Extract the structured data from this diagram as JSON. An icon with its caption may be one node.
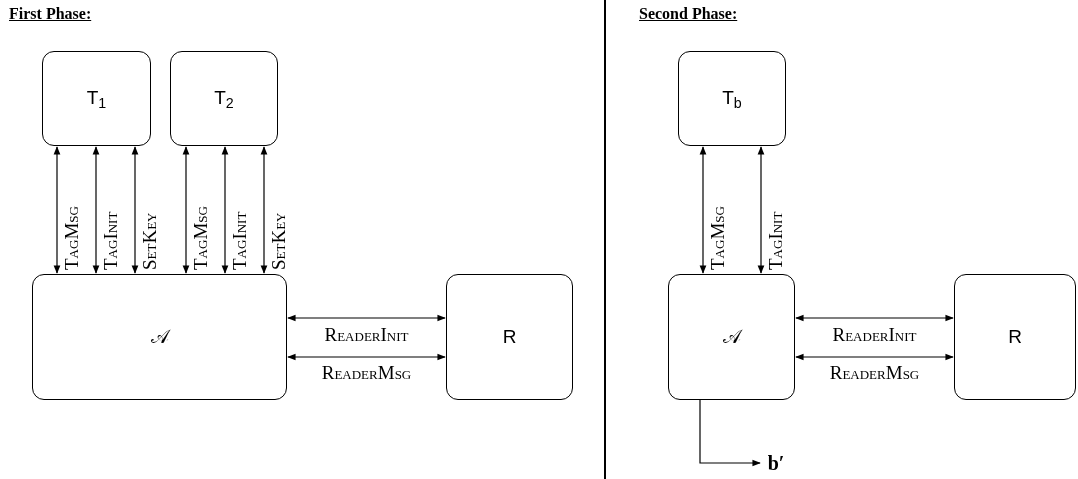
{
  "diagram": {
    "nodes": [
      {
        "text": [
          "T$_{1}$"
        ]
      },
      {
        "text": [
          "T$_{2}$"
        ]
      },
      {
        "text": [
          "𝒜"
        ]
      },
      {
        "text": [
          "R"
        ]
      },
      {
        "text": [
          "T$_{b}$"
        ]
      },
      {
        "text": [
          "𝒜"
        ]
      },
      {
        "text": [
          "R"
        ]
      },
      {
        "text": [
          "b′"
        ]
      }
    ],
    "edges": [
      {
        "from": 0,
        "to": 2,
        "arrow": "both",
        "label": "TagMsg"
      },
      {
        "from": 0,
        "to": 2,
        "arrow": "both",
        "label": "TagInit"
      },
      {
        "from": 0,
        "to": 2,
        "arrow": "both",
        "label": "SetKey"
      },
      {
        "from": 1,
        "to": 2,
        "arrow": "both",
        "label": "TagMsg"
      },
      {
        "from": 1,
        "to": 2,
        "arrow": "both",
        "label": "TagInit"
      },
      {
        "from": 1,
        "to": 2,
        "arrow": "both",
        "label": "SetKey"
      },
      {
        "from": 2,
        "to": 3,
        "arrow": "both",
        "label": "ReaderInit"
      },
      {
        "from": 2,
        "to": 3,
        "arrow": "both",
        "label": "ReaderMsg"
      },
      {
        "from": 4,
        "to": 5,
        "arrow": "both",
        "label": "TagMsg"
      },
      {
        "from": 4,
        "to": 5,
        "arrow": "both",
        "label": "TagInit"
      },
      {
        "from": 5,
        "to": 6,
        "arrow": "both",
        "label": "ReaderInit"
      },
      {
        "from": 5,
        "to": 6,
        "arrow": "both",
        "label": "ReaderMsg"
      },
      {
        "from": 5,
        "to": 7,
        "arrow": "to"
      }
    ],
    "labels": [
      "First Phase:",
      "Second Phase:"
    ]
  }
}
